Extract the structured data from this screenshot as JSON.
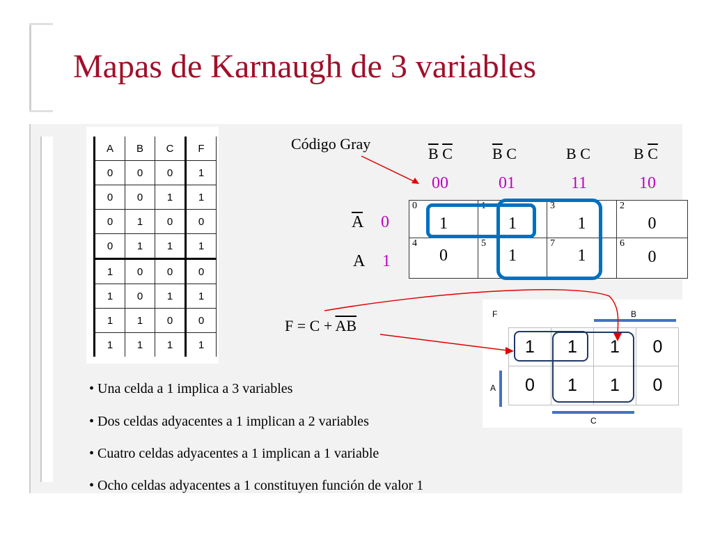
{
  "slide": {
    "title": "Mapas de Karnaugh de 3 variables"
  },
  "truth_table": {
    "headers": [
      "A",
      "B",
      "C",
      "F"
    ],
    "rows": [
      [
        "0",
        "0",
        "0",
        "1"
      ],
      [
        "0",
        "0",
        "1",
        "1"
      ],
      [
        "0",
        "1",
        "0",
        "0"
      ],
      [
        "0",
        "1",
        "1",
        "1"
      ],
      [
        "1",
        "0",
        "0",
        "0"
      ],
      [
        "1",
        "0",
        "1",
        "1"
      ],
      [
        "1",
        "1",
        "0",
        "0"
      ],
      [
        "1",
        "1",
        "1",
        "1"
      ]
    ]
  },
  "kmap": {
    "gray_label": "Código Gray",
    "col_headers": [
      {
        "b": "B",
        "c": "C",
        "code": "00"
      },
      {
        "b": "B",
        "c": "C",
        "code": "01"
      },
      {
        "b": "B",
        "c": "C",
        "code": "11"
      },
      {
        "b": "B",
        "c": "C",
        "code": "10"
      }
    ],
    "row_headers": [
      {
        "var": "A",
        "code": "0"
      },
      {
        "var": "A",
        "code": "1"
      }
    ],
    "cells": [
      [
        {
          "index": "0",
          "value": "1"
        },
        {
          "index": "1",
          "value": "1"
        },
        {
          "index": "3",
          "value": "1"
        },
        {
          "index": "2",
          "value": "0"
        }
      ],
      [
        {
          "index": "4",
          "value": "0"
        },
        {
          "index": "5",
          "value": "1"
        },
        {
          "index": "7",
          "value": "1"
        },
        {
          "index": "6",
          "value": "0"
        }
      ]
    ]
  },
  "formula": {
    "lhs": "F = C + ",
    "term": "AB"
  },
  "mini_map": {
    "f_label": "F",
    "a_label": "A",
    "b_label": "B",
    "c_label": "C",
    "cells": [
      [
        "1",
        "1",
        "1",
        "0"
      ],
      [
        "0",
        "1",
        "1",
        "0"
      ]
    ]
  },
  "bullets": [
    "• Una celda a 1 implica a 3 variables",
    "• Dos celdas adyacentes a 1 implican a 2 variables",
    "• Cuatro celdas adyacentes a 1 implican a 1 variable",
    "• Ocho celdas adyacentes a 1 constituyen función de valor 1"
  ],
  "colors": {
    "title": "#a0102a",
    "code": "#c000c0",
    "group_blue": "#0070c0",
    "arrow_red": "#e00000",
    "mini_group": "#1f3864",
    "mini_bar": "#4472c4"
  }
}
